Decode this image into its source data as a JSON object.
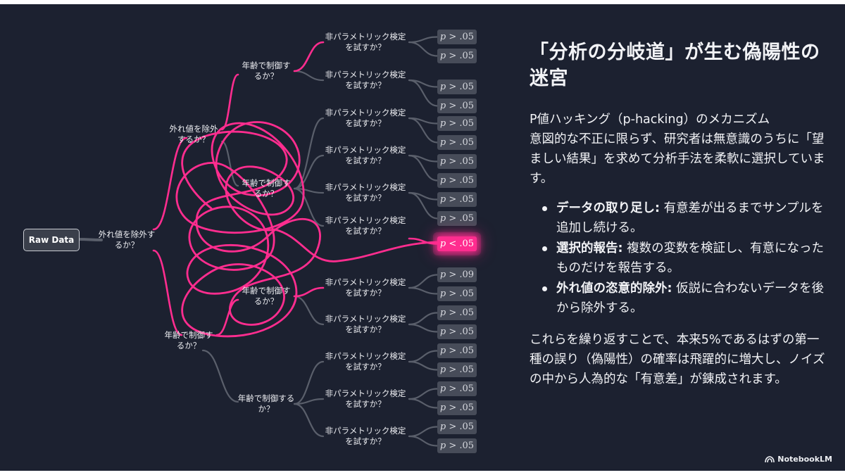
{
  "diagram": {
    "root": "Raw Data",
    "level1": "外れ値を除外するか？",
    "level2": [
      "外れ値を除外するか？",
      "年齢で制御するか？"
    ],
    "level3": [
      "年齢で制御するか？",
      "年齢で制御するか？",
      "年齢で制御するか？",
      "年齢で制御するか？"
    ],
    "level4": [
      "非パラメトリック検定を試すか？",
      "非パラメトリック検定を試すか？",
      "非パラメトリック検定を試すか？",
      "非パラメトリック検定を試すか？",
      "非パラメトリック検定を試すか？",
      "非パラメトリック検定を試すか？",
      "非パラメトリック検定を試すか？",
      "非パラメトリック検定を試すか？",
      "非パラメトリック検定を試すか？",
      "非パラメトリック検定を試すか？",
      "非パラメトリック検定を試すか？"
    ],
    "outcomes": [
      {
        "p": "p",
        "op": ">",
        "val": ".05"
      },
      {
        "p": "p",
        "op": ">",
        "val": ".05"
      },
      {
        "p": "p",
        "op": ">",
        "val": ".05"
      },
      {
        "p": "p",
        "op": ">",
        "val": ".05"
      },
      {
        "p": "p",
        "op": ">",
        "val": ".05"
      },
      {
        "p": "p",
        "op": ">",
        "val": ".05"
      },
      {
        "p": "p",
        "op": ">",
        "val": ".05"
      },
      {
        "p": "p",
        "op": ">",
        "val": ".05"
      },
      {
        "p": "p",
        "op": ">",
        "val": ".05"
      },
      {
        "p": "p",
        "op": ">",
        "val": ".05"
      },
      {
        "p": "p",
        "op": ">",
        "val": ".05"
      },
      {
        "p": "p",
        "op": "<",
        "val": ".05"
      },
      {
        "p": "p",
        "op": ">",
        "val": ".09"
      },
      {
        "p": "p",
        "op": ">",
        "val": ".05"
      },
      {
        "p": "p",
        "op": ">",
        "val": ".05"
      },
      {
        "p": "p",
        "op": ">",
        "val": ".05"
      },
      {
        "p": "p",
        "op": ">",
        "val": ".05"
      },
      {
        "p": "p",
        "op": ">",
        "val": ".05"
      },
      {
        "p": "p",
        "op": ">",
        "val": ".05"
      },
      {
        "p": "p",
        "op": ">",
        "val": ".05"
      },
      {
        "p": "p",
        "op": ">",
        "val": ".05"
      },
      {
        "p": "p",
        "op": ">",
        "val": ".05"
      }
    ],
    "significant_index": 11,
    "colors": {
      "path": "#ff2d8f",
      "branch": "#5a5f6b",
      "box": "#474c59",
      "background": "#1c2130"
    }
  },
  "panel": {
    "title": "「分析の分岐道」が生む偽陽性の迷宮",
    "subtitle": "P値ハッキング（p-hacking）のメカニズム",
    "intro": "意図的な不正に限らず、研究者は無意識のうちに「望ましい結果」を求めて分析手法を柔軟に選択しています。",
    "bullets": [
      {
        "term": "データの取り足し:",
        "text": " 有意差が出るまでサンプルを追加し続ける。"
      },
      {
        "term": "選択的報告:",
        "text": " 複数の変数を検証し、有意になったものだけを報告する。"
      },
      {
        "term": "外れ値の恣意的除外:",
        "text": " 仮説に合わないデータを後から除外する。"
      }
    ],
    "conclusion": "これらを繰り返すことで、本来5%であるはずの第一種の誤り（偽陽性）の確率は飛躍的に増大し、ノイズの中から人為的な「有意差」が錬成されます。"
  },
  "brand": "NotebookLM"
}
